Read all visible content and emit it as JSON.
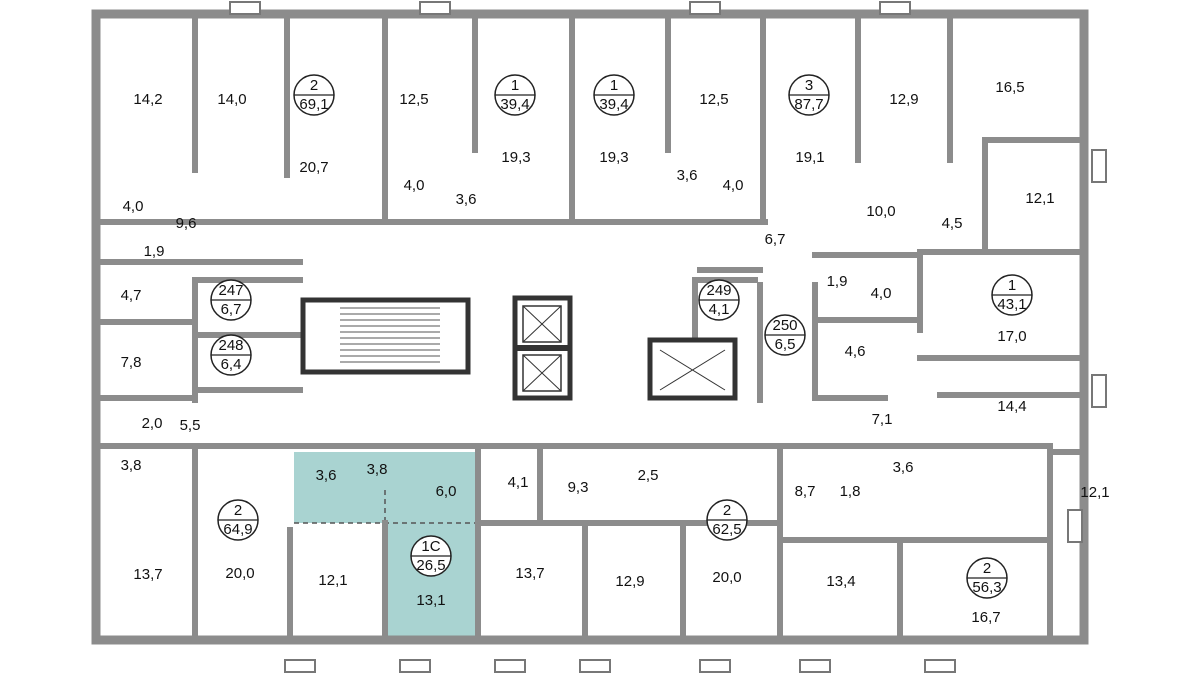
{
  "colors": {
    "wall": "#8c8c8c",
    "dark_wall": "#333333",
    "highlight": "#a9d3d1"
  },
  "rooms": [
    "14,2",
    "14,0",
    "20,7",
    "12,5",
    "19,3",
    "19,3",
    "12,5",
    "19,1",
    "12,9",
    "16,5",
    "4,0",
    "9,6",
    "1,9",
    "4,7",
    "4,0",
    "3,6",
    "3,6",
    "4,0",
    "10,0",
    "4,5",
    "12,1",
    "6,7",
    "1,9",
    "4,0",
    "17,0",
    "4,6",
    "7,8",
    "2,0",
    "5,5",
    "14,4",
    "7,1",
    "3,8",
    "3,6",
    "3,8",
    "6,0",
    "4,1",
    "9,3",
    "2,5",
    "8,7",
    "1,8",
    "3,6",
    "12,1",
    "13,7",
    "20,0",
    "12,1",
    "13,1",
    "13,7",
    "12,9",
    "20,0",
    "13,4",
    "16,7"
  ],
  "apartments": [
    {
      "rooms": "2",
      "area": "69,1"
    },
    {
      "rooms": "1",
      "area": "39,4"
    },
    {
      "rooms": "1",
      "area": "39,4"
    },
    {
      "rooms": "3",
      "area": "87,7"
    },
    {
      "rooms": "1",
      "area": "43,1"
    },
    {
      "rooms": "2",
      "area": "64,9"
    },
    {
      "rooms": "1С",
      "area": "26,5",
      "highlighted": true
    },
    {
      "rooms": "2",
      "area": "62,5"
    },
    {
      "rooms": "2",
      "area": "56,3"
    }
  ],
  "common_rooms": [
    {
      "number": "247",
      "area": "6,7"
    },
    {
      "number": "248",
      "area": "6,4"
    },
    {
      "number": "249",
      "area": "4,1"
    },
    {
      "number": "250",
      "area": "6,5"
    }
  ]
}
